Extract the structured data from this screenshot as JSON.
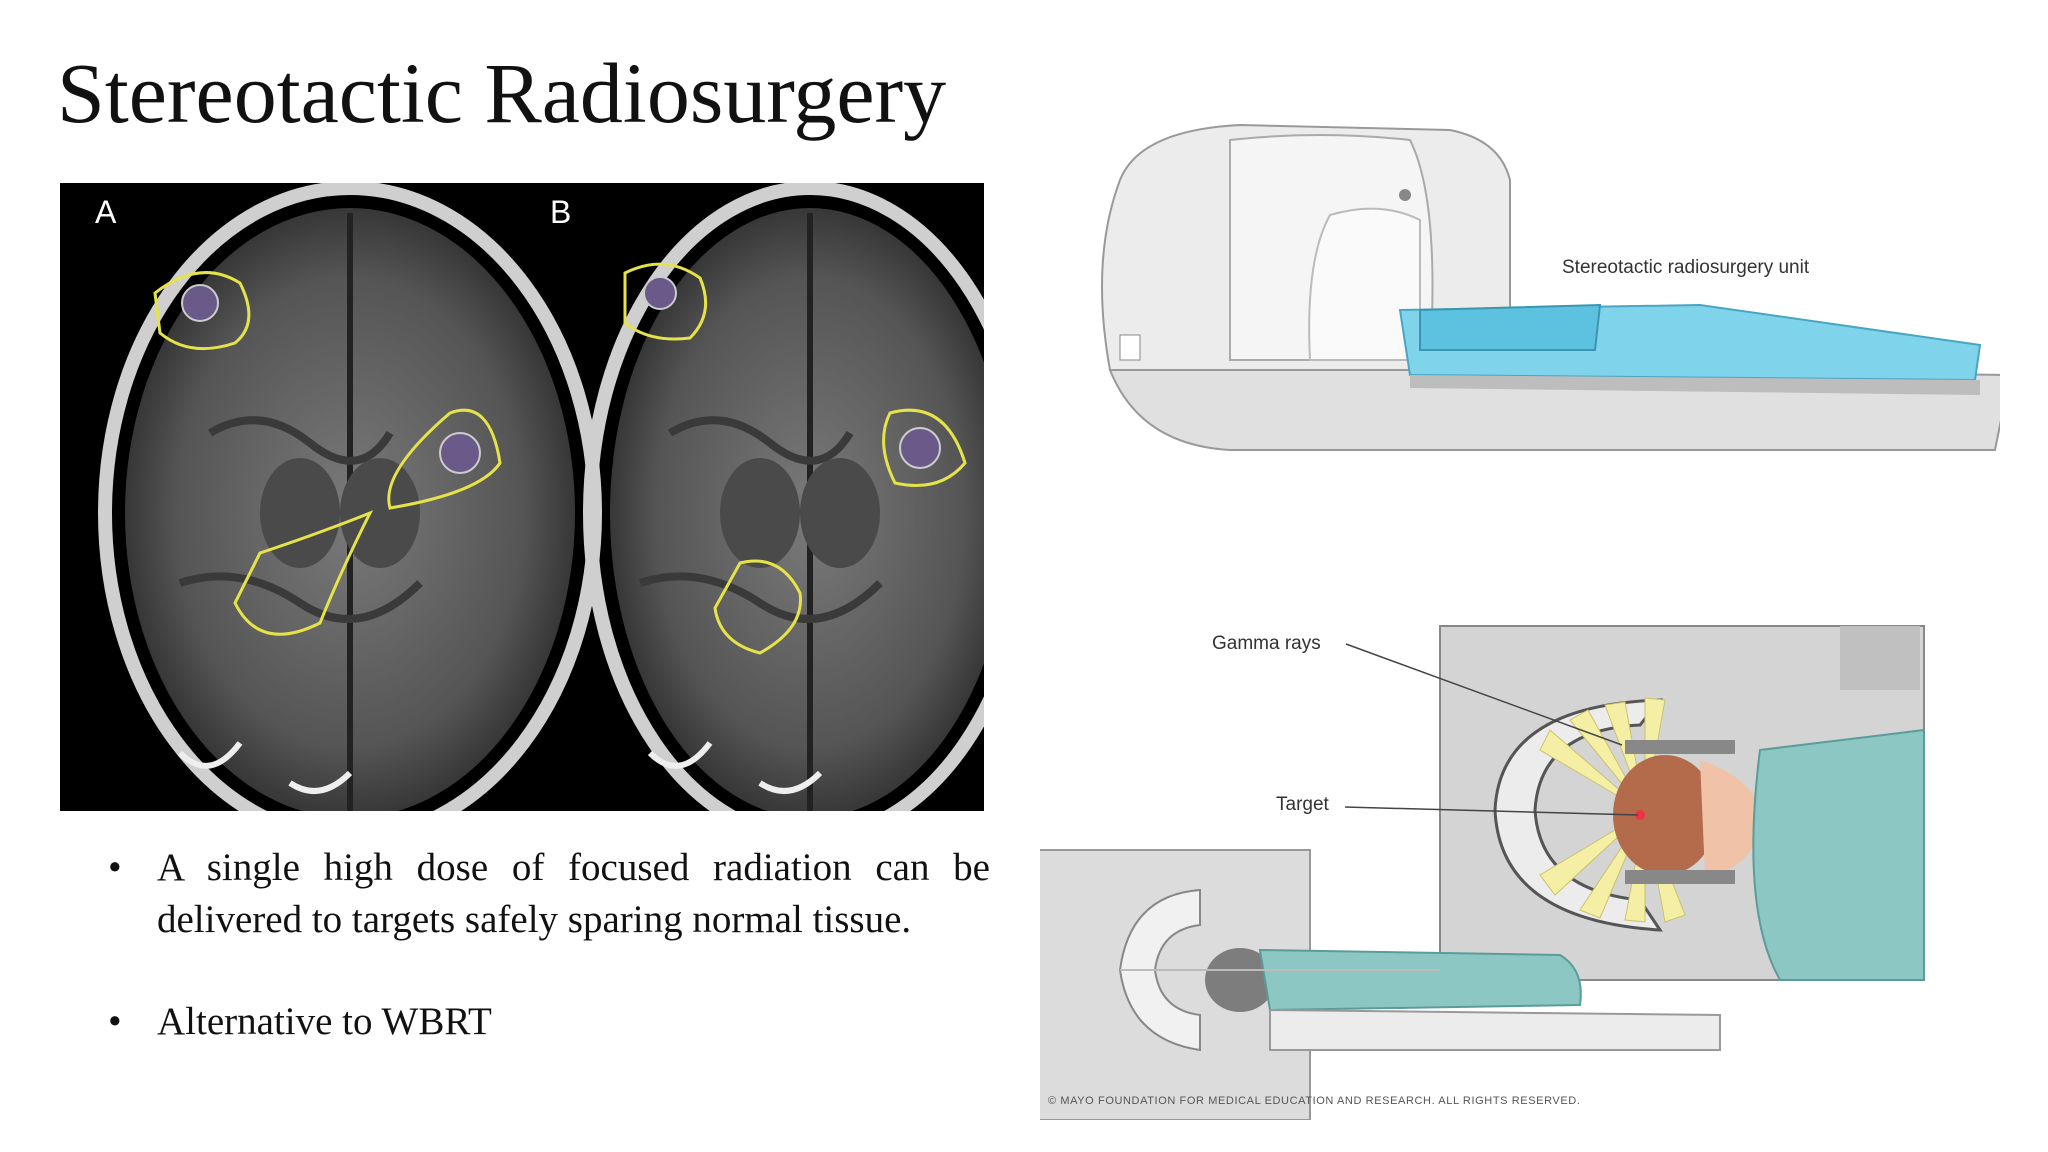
{
  "slide": {
    "title": "Stereotactic Radiosurgery"
  },
  "mri": {
    "panel_a_label": "A",
    "panel_b_label": "B"
  },
  "bullets": [
    "A single high dose of focused radiation can be delivered to targets safely sparing normal tissue.",
    "Alternative to WBRT"
  ],
  "figures": {
    "unit_label": "Stereotactic radiosurgery unit",
    "gamma_label": "Gamma rays",
    "target_label": "Target",
    "copyright": "© MAYO FOUNDATION FOR MEDICAL EDUCATION AND RESEARCH. ALL RIGHTS RESERVED."
  },
  "colors": {
    "contour": "#e6e24a",
    "mri_background": "#000000",
    "table_blue": "#7fd3ea",
    "beam_yellow": "#f4efa5",
    "blanket_teal": "#8cc7c4"
  }
}
